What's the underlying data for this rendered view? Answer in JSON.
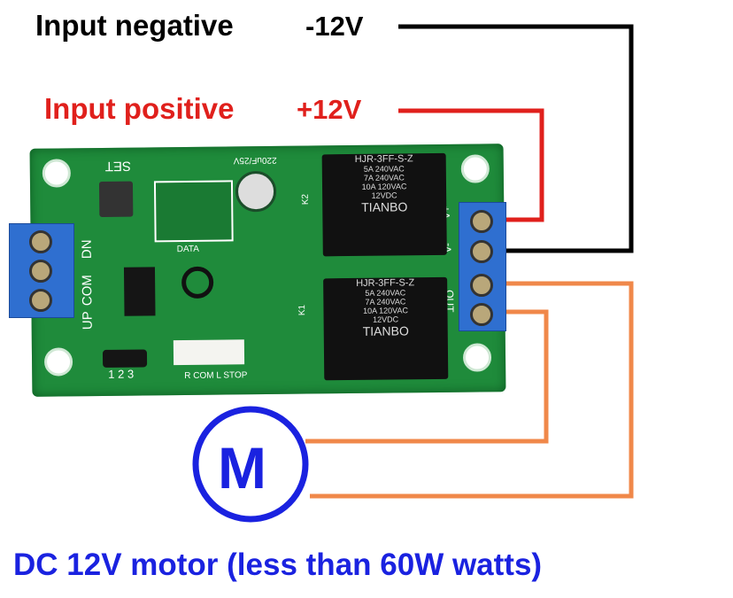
{
  "labels": {
    "input_negative": "Input negative",
    "negative_voltage": "-12V",
    "input_positive": "Input positive",
    "positive_voltage": "+12V",
    "motor_symbol": "M",
    "caption_part1": "DC 12V motor (less than ",
    "caption_part2": "60W watts)"
  },
  "board": {
    "set": "SET",
    "dn": "DN",
    "com": "COM",
    "up": "UP",
    "jumper": "1 2 3",
    "connector": "R COM L STOP",
    "data": "DATA",
    "k1": "K1",
    "k2": "K2",
    "vplus": "V+",
    "vminus": "V-",
    "out": "OUT",
    "capacitor": "220uF/25V",
    "relay": {
      "model": "HJR-3FF-S-Z",
      "r1": "10A 120VAC",
      "r2": "7A 240VAC",
      "r3": "5A 240VAC",
      "coil": "12VDC",
      "brand": "TIANBO"
    }
  },
  "colors": {
    "negative": "#000000",
    "positive": "#e0201c",
    "motor_wire": "#f0884a",
    "motor_blue": "#1a22e0",
    "board": "#1f8b3b"
  }
}
